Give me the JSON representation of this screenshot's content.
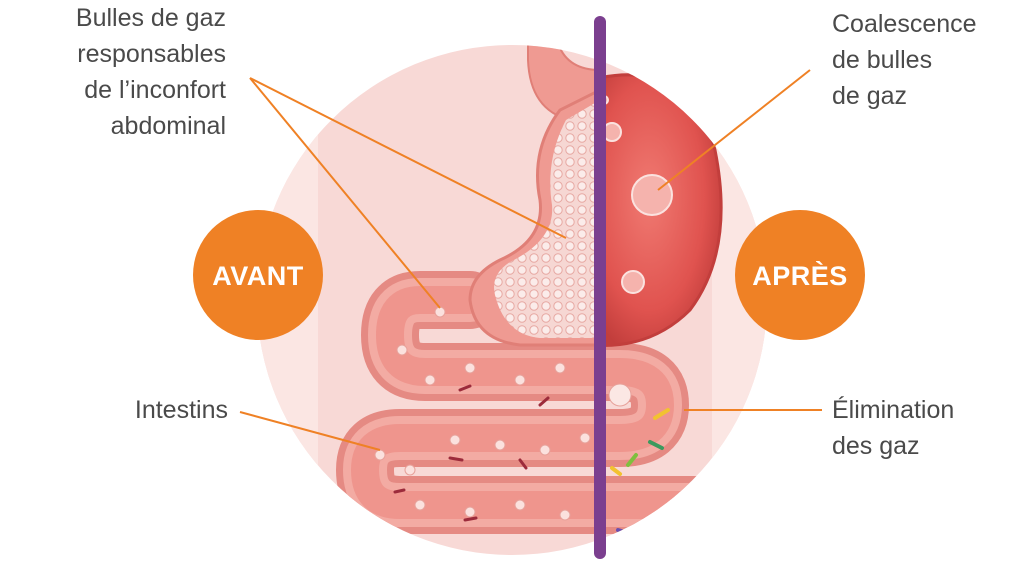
{
  "colors": {
    "badge": "#ef8125",
    "divider": "#7b3f8f",
    "leader_line": "#ef8125",
    "label_text": "#4a4a4a",
    "circle_bg": "#f8d9d6",
    "tissue": "#ef9a92",
    "stomach_after": "#e0534f"
  },
  "badges": {
    "before": "AVANT",
    "after": "APRÈS"
  },
  "labels": {
    "bubbles": [
      "Bulles de gaz",
      "responsables",
      "de l’inconfort",
      "abdominal"
    ],
    "coalescence": [
      "Coalescence",
      "de bulles",
      "de gaz"
    ],
    "intestines": [
      "Intestins"
    ],
    "elimination": [
      "Élimination",
      "des gaz"
    ]
  }
}
